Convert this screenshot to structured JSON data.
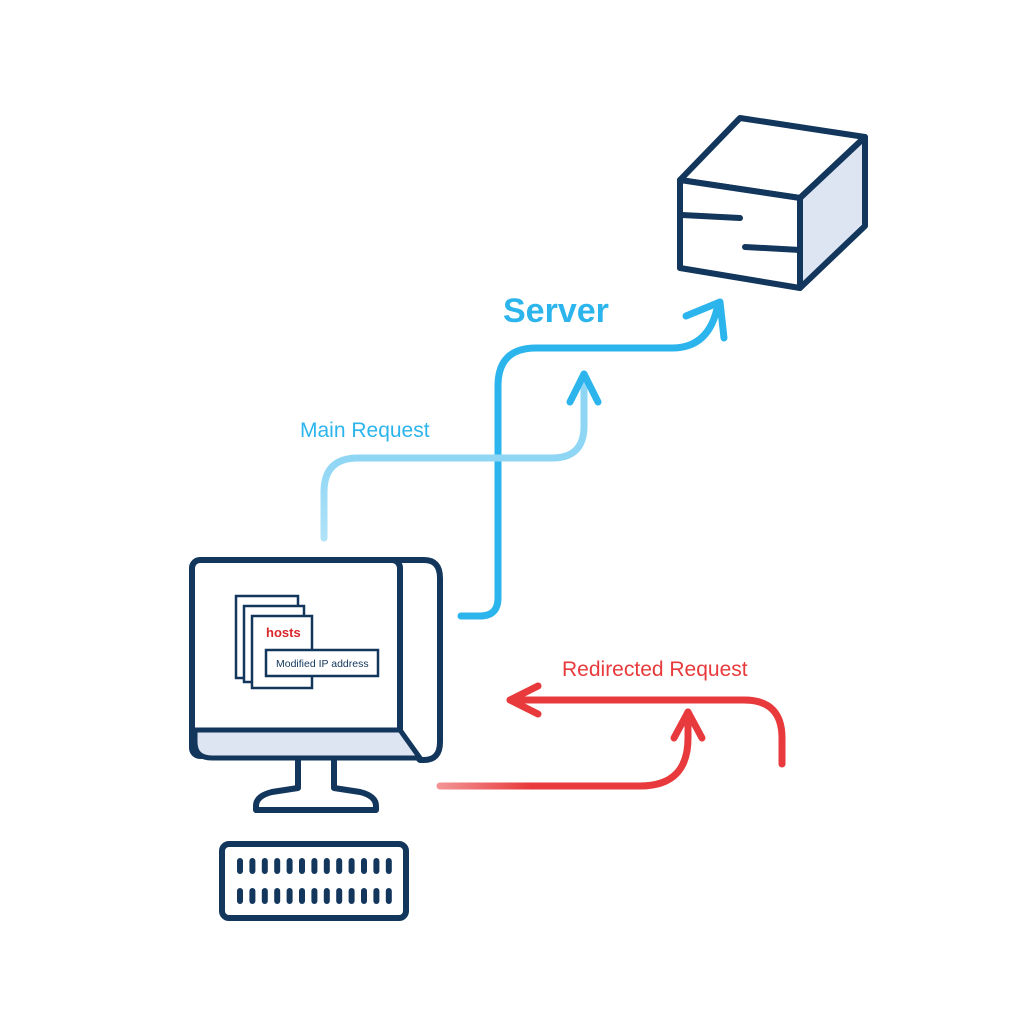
{
  "labels": {
    "server": "Server",
    "main_request": "Main Request",
    "redirected_request": "Redirected Request",
    "hosts_file": "hosts",
    "hosts_entry": "Modified IP address"
  },
  "icons": {
    "server": "server-box-icon",
    "computer": "desktop-monitor-icon",
    "keyboard": "keyboard-icon",
    "hosts_file": "stacked-documents-icon"
  },
  "colors": {
    "outline": "#12365c",
    "panel_fill": "#dde5f3",
    "main_request": "#2cb5ec",
    "main_request_light": "#8fd6f5",
    "redirected_request": "#e83a3c",
    "hosts_label": "#d8262a"
  }
}
